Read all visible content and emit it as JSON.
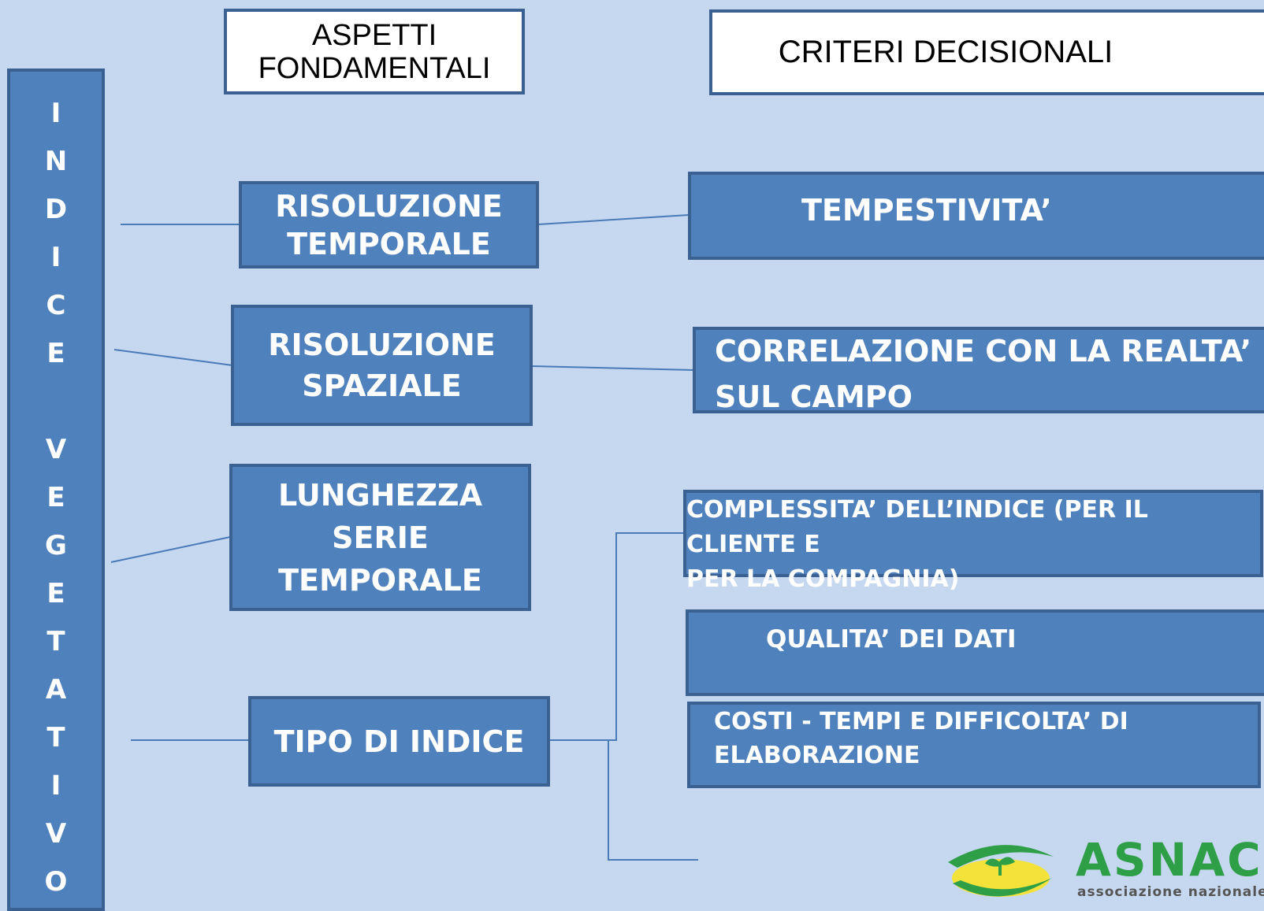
{
  "headers": {
    "aspetti_line1": "ASPETTI",
    "aspetti_line2": "FONDAMENTALI",
    "criteri": "CRITERI DECISIONALI"
  },
  "side_bar": {
    "letters": [
      "I",
      "N",
      "D",
      "I",
      "C",
      "E",
      "",
      "V",
      "E",
      "G",
      "E",
      "T",
      "A",
      "T",
      "I",
      "V",
      "O"
    ]
  },
  "aspetti": {
    "risoluzione_temporale": [
      "RISOLUZIONE",
      "TEMPORALE"
    ],
    "risoluzione_spaziale": [
      "RISOLUZIONE",
      "SPAZIALE"
    ],
    "lunghezza_serie": [
      "LUNGHEZZA",
      "SERIE",
      "TEMPORALE"
    ],
    "tipo_indice": "TIPO DI INDICE"
  },
  "criteri": {
    "tempestivita": "TEMPESTIVITA’",
    "correlazione": [
      "CORRELAZIONE CON LA REALTA’",
      "SUL CAMPO"
    ],
    "complessita": [
      "COMPLESSITA’ DELL’INDICE (PER IL CLIENTE E",
      "PER LA COMPAGNIA)"
    ],
    "qualita": "QUALITA’ DEI DATI",
    "costi": [
      "COSTI - TEMPI E DIFFICOLTA’ DI",
      "ELABORAZIONE"
    ]
  },
  "logo": {
    "name": "ASNACO",
    "tagline": "associazione nazionale"
  },
  "colors": {
    "background": "#c5d8ef",
    "box_fill": "#4f81bd",
    "box_border": "#3a6192",
    "connector": "#4a7ab8",
    "logo_green": "#2e9e47",
    "logo_yellow": "#f2e23a"
  }
}
